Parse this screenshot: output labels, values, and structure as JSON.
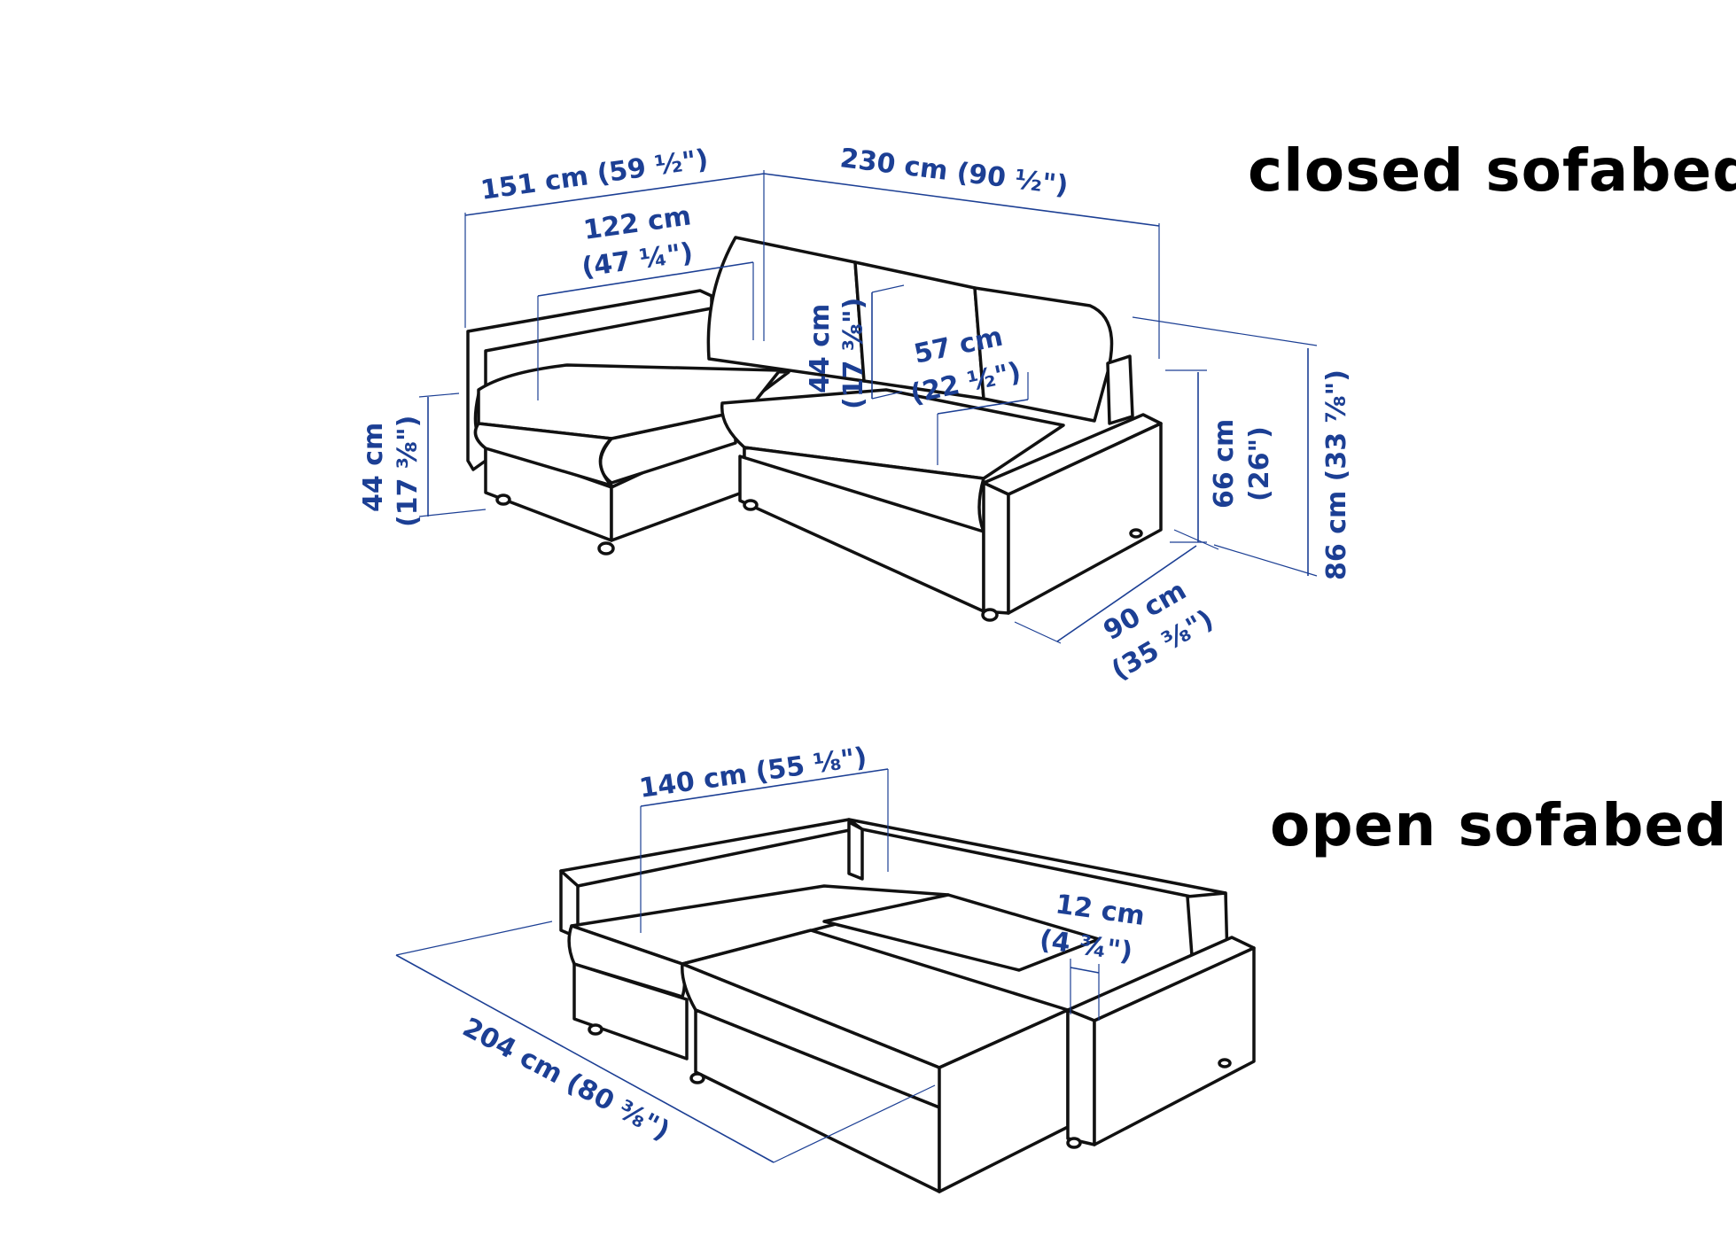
{
  "captions": {
    "closed": "closed sofabed",
    "open": "open sofabed"
  },
  "closed_dims": {
    "width_chaise": "151 cm (59 ½\")",
    "width_total": "230 cm (90 ½\")",
    "chaise_inner_a": "122 cm",
    "chaise_inner_b": "(47 ¼\")",
    "back_height_a": "44 cm",
    "back_height_b": "(17 ⅜\")",
    "seat_depth_a": "57 cm",
    "seat_depth_b": "(22 ½\")",
    "seat_height_a": "44 cm",
    "seat_height_b": "(17 ⅜\")",
    "arm_height_a": "66 cm",
    "arm_height_b": "(26\")",
    "total_height": "86 cm (33 ⅞\")",
    "depth_a": "90 cm",
    "depth_b": "(35 ⅜\")"
  },
  "open_dims": {
    "bed_width": "140 cm (55 ⅛\")",
    "arm_width_a": "12 cm",
    "arm_width_b": "(4 ¾\")",
    "bed_length": "204 cm (80 ⅜\")"
  },
  "colors": {
    "dimension": "#1c3f94",
    "outline": "#111111",
    "caption": "#000000"
  }
}
